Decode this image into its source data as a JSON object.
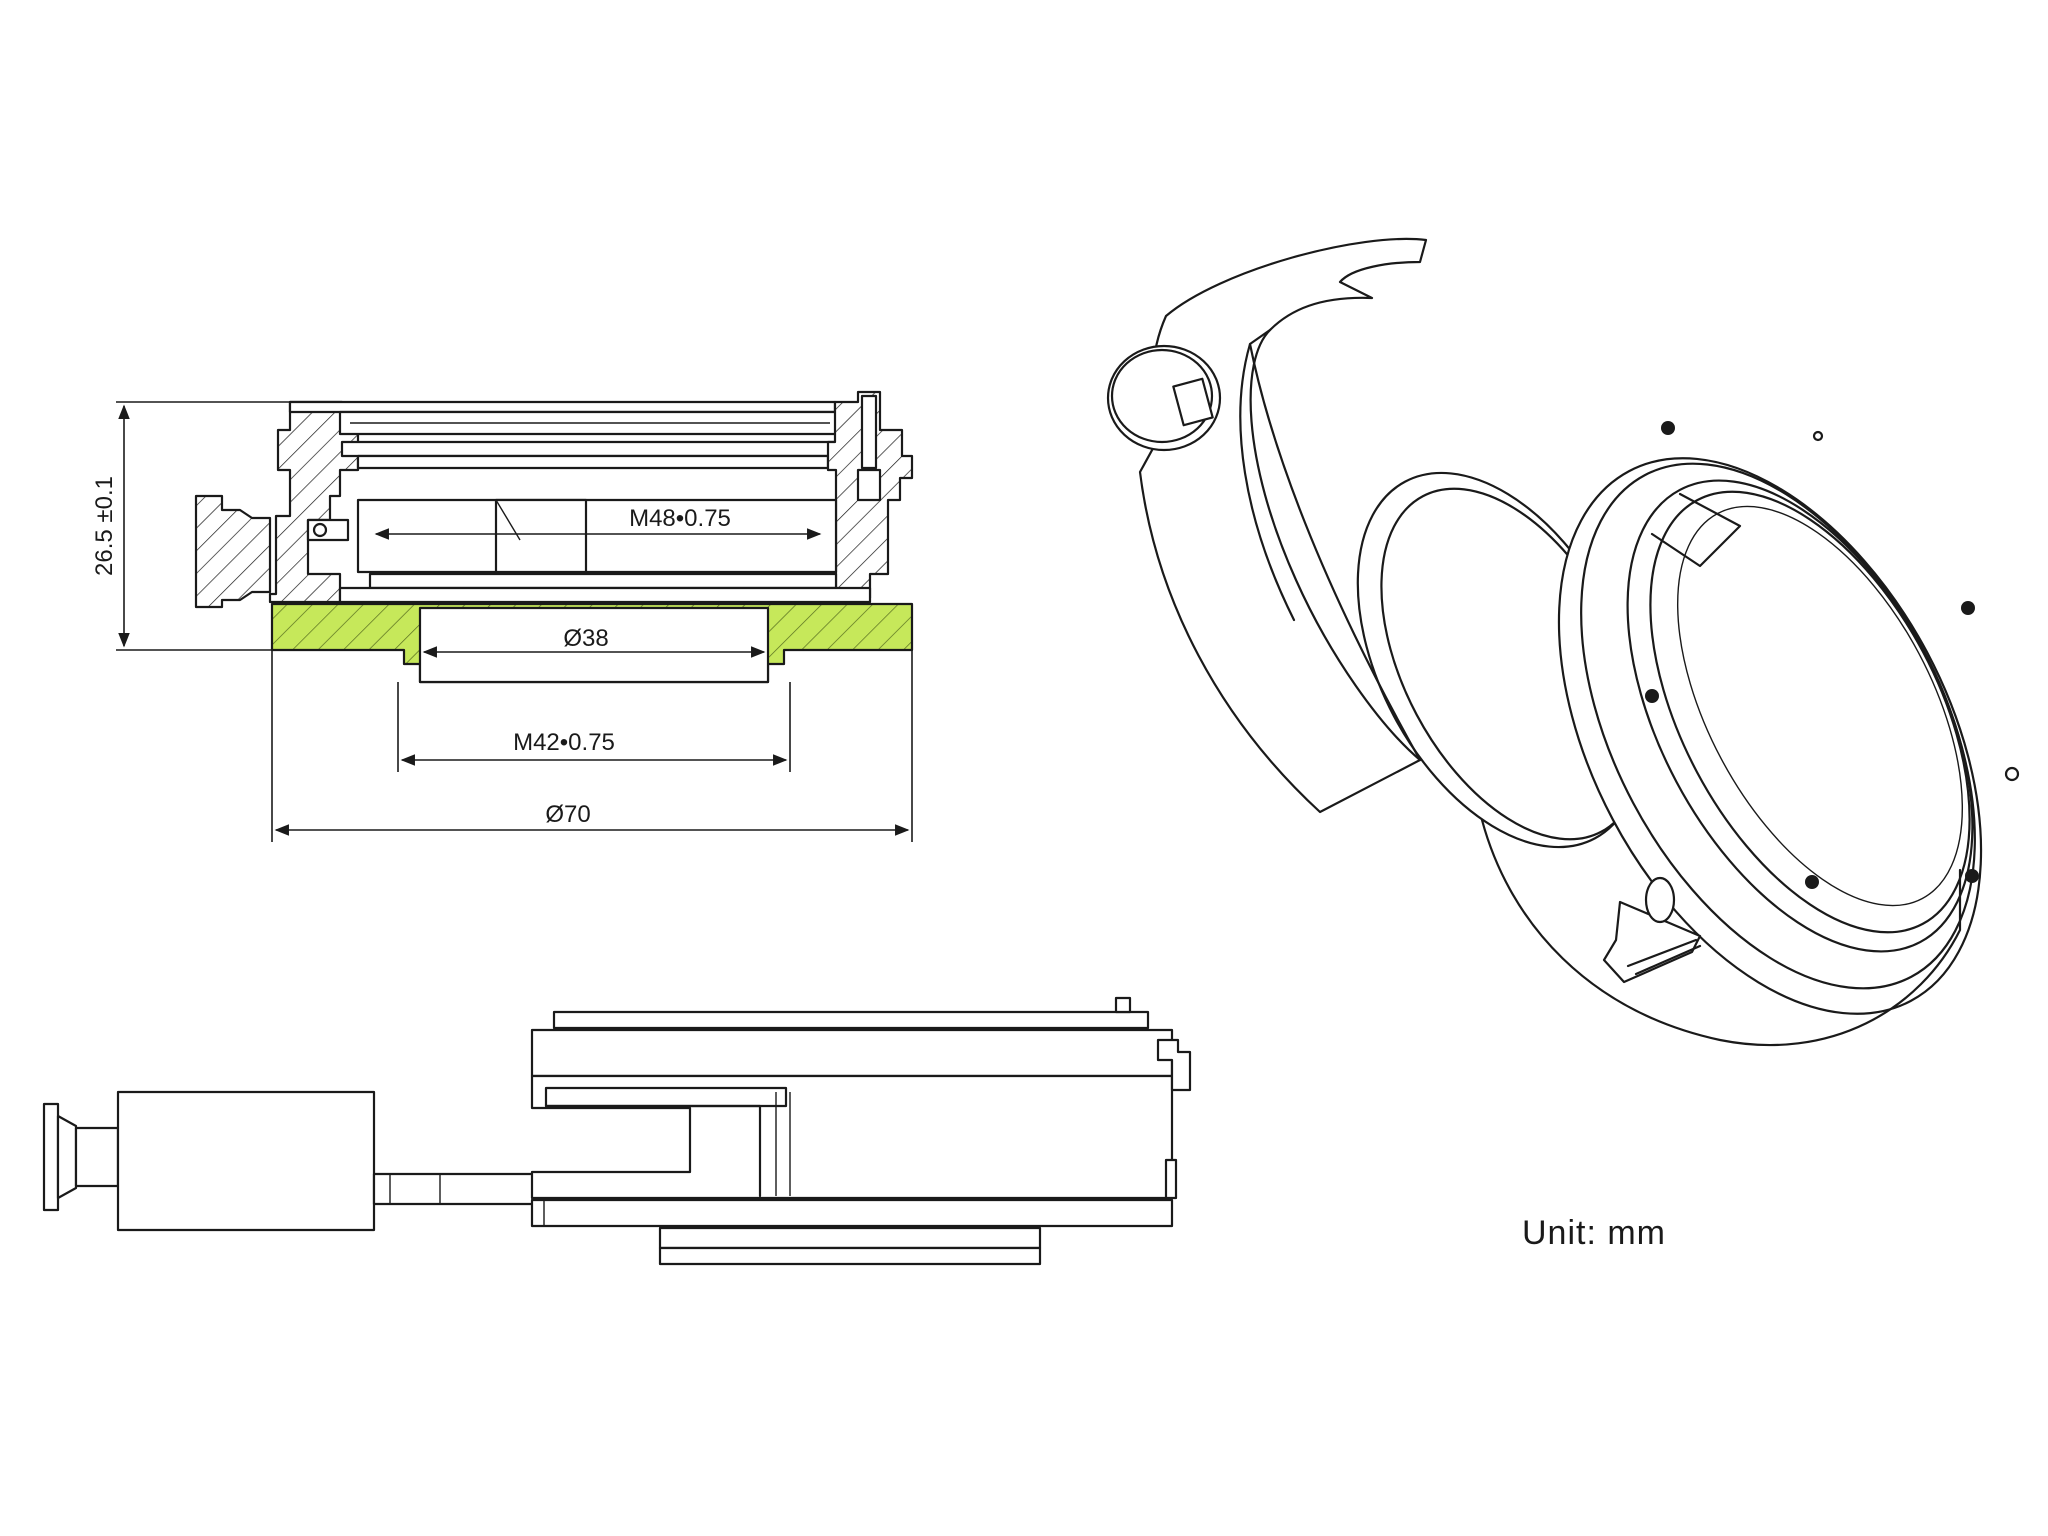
{
  "dimensions": {
    "height": "26.5 ±0.1",
    "thread_top": "M48•0.75",
    "inner_diameter": "Ø38",
    "thread_bottom": "M42•0.75",
    "outer_diameter": "Ø70"
  },
  "unit": {
    "text": "Unit:  mm"
  },
  "colors": {
    "highlight": "#c6e85a",
    "line": "#1a1a1a"
  }
}
